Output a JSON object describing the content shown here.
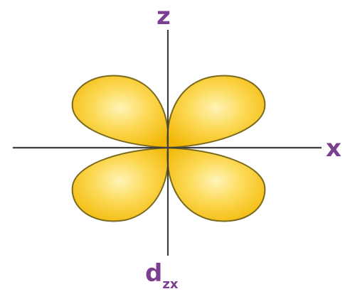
{
  "colors": {
    "label": "#7b3f8f",
    "axis": "#3f3f3f",
    "lobe_fill_center": "#fff4b8",
    "lobe_fill_edge": "#f2b705",
    "lobe_outline": "#7a6a1e"
  },
  "axes": {
    "vertical_label": "z",
    "horizontal_label": "x"
  },
  "orbital": {
    "symbol": "d",
    "subscript": "zx"
  }
}
